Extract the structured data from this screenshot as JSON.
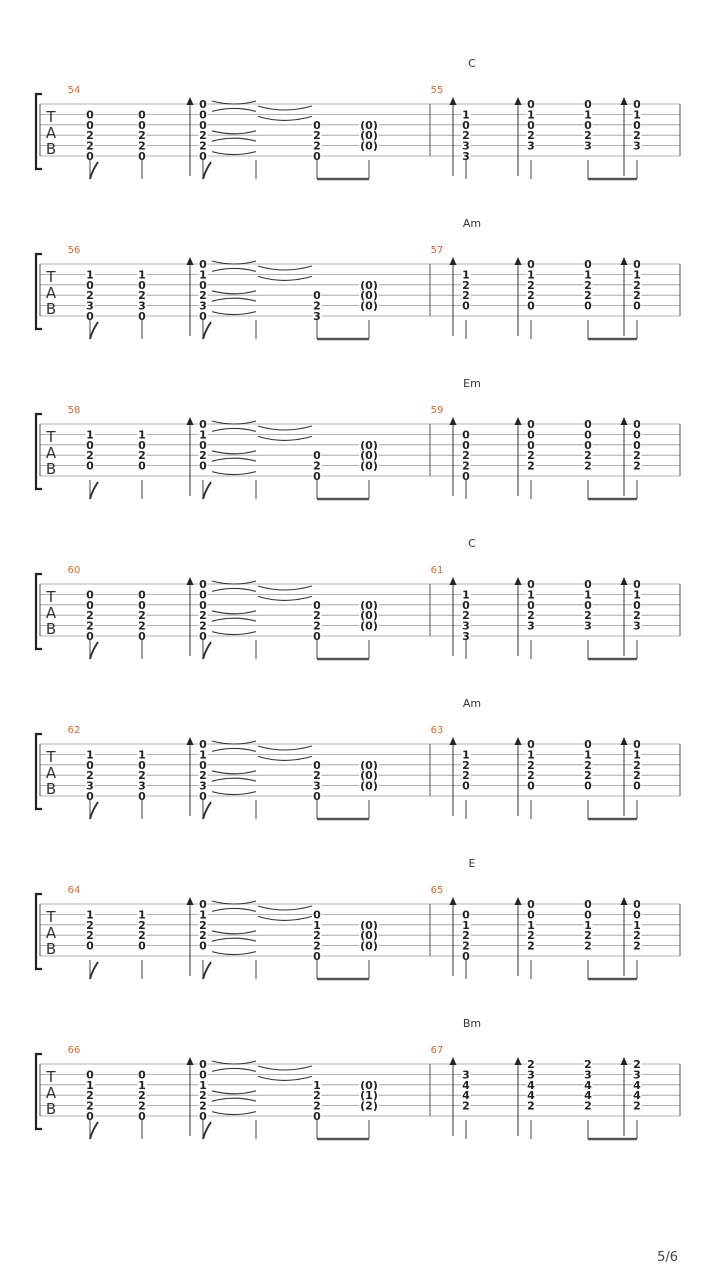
{
  "page": {
    "number": "5/6"
  },
  "tab_letters": [
    "T",
    "A",
    "B"
  ],
  "systems": [
    {
      "m1": {
        "num": "54",
        "chord": "",
        "c1": [
          "0",
          "0",
          "2",
          "2",
          "0"
        ],
        "c2": [
          "0",
          "0",
          "2",
          "2",
          "0"
        ],
        "c3": [
          "0",
          "0",
          "0",
          "2",
          "2",
          "0"
        ],
        "c4": [
          "0",
          "2",
          "2",
          "0"
        ],
        "c5": [
          "(0)",
          "(0)",
          "(0)"
        ]
      },
      "m2": {
        "num": "55",
        "chord": "C",
        "c1": [
          "1",
          "0",
          "2",
          "3",
          "3"
        ],
        "c2": [
          "0",
          "1",
          "0",
          "2",
          "3"
        ],
        "c3": [
          "0",
          "1",
          "0",
          "2",
          "3"
        ],
        "c4": [
          "0",
          "1",
          "0",
          "2",
          "3"
        ]
      }
    },
    {
      "m1": {
        "num": "56",
        "chord": "",
        "c1": [
          "1",
          "0",
          "2",
          "3",
          "0"
        ],
        "c2": [
          "1",
          "0",
          "2",
          "3",
          "0"
        ],
        "c3": [
          "0",
          "1",
          "0",
          "2",
          "3",
          "0"
        ],
        "c4": [
          "0",
          "2",
          "3"
        ],
        "c5": [
          "(0)",
          "(0)",
          "(0)"
        ]
      },
      "m2": {
        "num": "57",
        "chord": "Am",
        "c1": [
          "1",
          "2",
          "2",
          "0"
        ],
        "c2": [
          "0",
          "1",
          "2",
          "2",
          "0"
        ],
        "c3": [
          "0",
          "1",
          "2",
          "2",
          "0"
        ],
        "c4": [
          "0",
          "1",
          "2",
          "2",
          "0"
        ]
      }
    },
    {
      "m1": {
        "num": "58",
        "chord": "",
        "c1": [
          "1",
          "0",
          "2",
          "0"
        ],
        "c2": [
          "1",
          "0",
          "2",
          "0"
        ],
        "c3": [
          "0",
          "1",
          "0",
          "2",
          "0"
        ],
        "c4": [
          "0",
          "2",
          "0"
        ],
        "c5": [
          "(0)",
          "(0)",
          "(0)"
        ]
      },
      "m2": {
        "num": "59",
        "chord": "Em",
        "c1": [
          "0",
          "0",
          "2",
          "2",
          "0"
        ],
        "c2": [
          "0",
          "0",
          "0",
          "2",
          "2"
        ],
        "c3": [
          "0",
          "0",
          "0",
          "2",
          "2"
        ],
        "c4": [
          "0",
          "0",
          "0",
          "2",
          "2"
        ]
      }
    },
    {
      "m1": {
        "num": "60",
        "chord": "",
        "c1": [
          "0",
          "0",
          "2",
          "2",
          "0"
        ],
        "c2": [
          "0",
          "0",
          "2",
          "2",
          "0"
        ],
        "c3": [
          "0",
          "0",
          "0",
          "2",
          "2",
          "0"
        ],
        "c4": [
          "0",
          "2",
          "2",
          "0"
        ],
        "c5": [
          "(0)",
          "(0)",
          "(0)"
        ]
      },
      "m2": {
        "num": "61",
        "chord": "C",
        "c1": [
          "1",
          "0",
          "2",
          "3",
          "3"
        ],
        "c2": [
          "0",
          "1",
          "0",
          "2",
          "3"
        ],
        "c3": [
          "0",
          "1",
          "0",
          "2",
          "3"
        ],
        "c4": [
          "0",
          "1",
          "0",
          "2",
          "3"
        ]
      }
    },
    {
      "m1": {
        "num": "62",
        "chord": "",
        "c1": [
          "1",
          "0",
          "2",
          "3",
          "0"
        ],
        "c2": [
          "1",
          "0",
          "2",
          "3",
          "0"
        ],
        "c3": [
          "0",
          "1",
          "0",
          "2",
          "3",
          "0"
        ],
        "c4": [
          "0",
          "2",
          "3",
          "0"
        ],
        "c5": [
          "(0)",
          "(0)",
          "(0)"
        ]
      },
      "m2": {
        "num": "63",
        "chord": "Am",
        "c1": [
          "1",
          "2",
          "2",
          "0"
        ],
        "c2": [
          "0",
          "1",
          "2",
          "2",
          "0"
        ],
        "c3": [
          "0",
          "1",
          "2",
          "2",
          "0"
        ],
        "c4": [
          "0",
          "1",
          "2",
          "2",
          "0"
        ]
      }
    },
    {
      "m1": {
        "num": "64",
        "chord": "",
        "c1": [
          "1",
          "2",
          "2",
          "0"
        ],
        "c2": [
          "1",
          "2",
          "2",
          "0"
        ],
        "c3": [
          "0",
          "1",
          "2",
          "2",
          "0"
        ],
        "c4": [
          "0",
          "1",
          "2",
          "2",
          "0"
        ],
        "c5": [
          "(0)",
          "(0)",
          "(0)"
        ]
      },
      "m2": {
        "num": "65",
        "chord": "E",
        "c1": [
          "0",
          "1",
          "2",
          "2",
          "0"
        ],
        "c2": [
          "0",
          "0",
          "1",
          "2",
          "2"
        ],
        "c3": [
          "0",
          "0",
          "1",
          "2",
          "2"
        ],
        "c4": [
          "0",
          "0",
          "1",
          "2",
          "2"
        ]
      }
    },
    {
      "m1": {
        "num": "66",
        "chord": "",
        "c1": [
          "0",
          "1",
          "2",
          "2",
          "0"
        ],
        "c2": [
          "0",
          "1",
          "2",
          "2",
          "0"
        ],
        "c3": [
          "0",
          "0",
          "1",
          "2",
          "2",
          "0"
        ],
        "c4": [
          "1",
          "2",
          "2",
          "0"
        ],
        "c5": [
          "(0)",
          "(1)",
          "(2)"
        ]
      },
      "m2": {
        "num": "67",
        "chord": "Bm",
        "c1": [
          "3",
          "4",
          "4",
          "2"
        ],
        "c2": [
          "2",
          "3",
          "4",
          "4",
          "2"
        ],
        "c3": [
          "2",
          "3",
          "4",
          "4",
          "2"
        ],
        "c4": [
          "2",
          "3",
          "4",
          "4",
          "2"
        ]
      }
    }
  ]
}
